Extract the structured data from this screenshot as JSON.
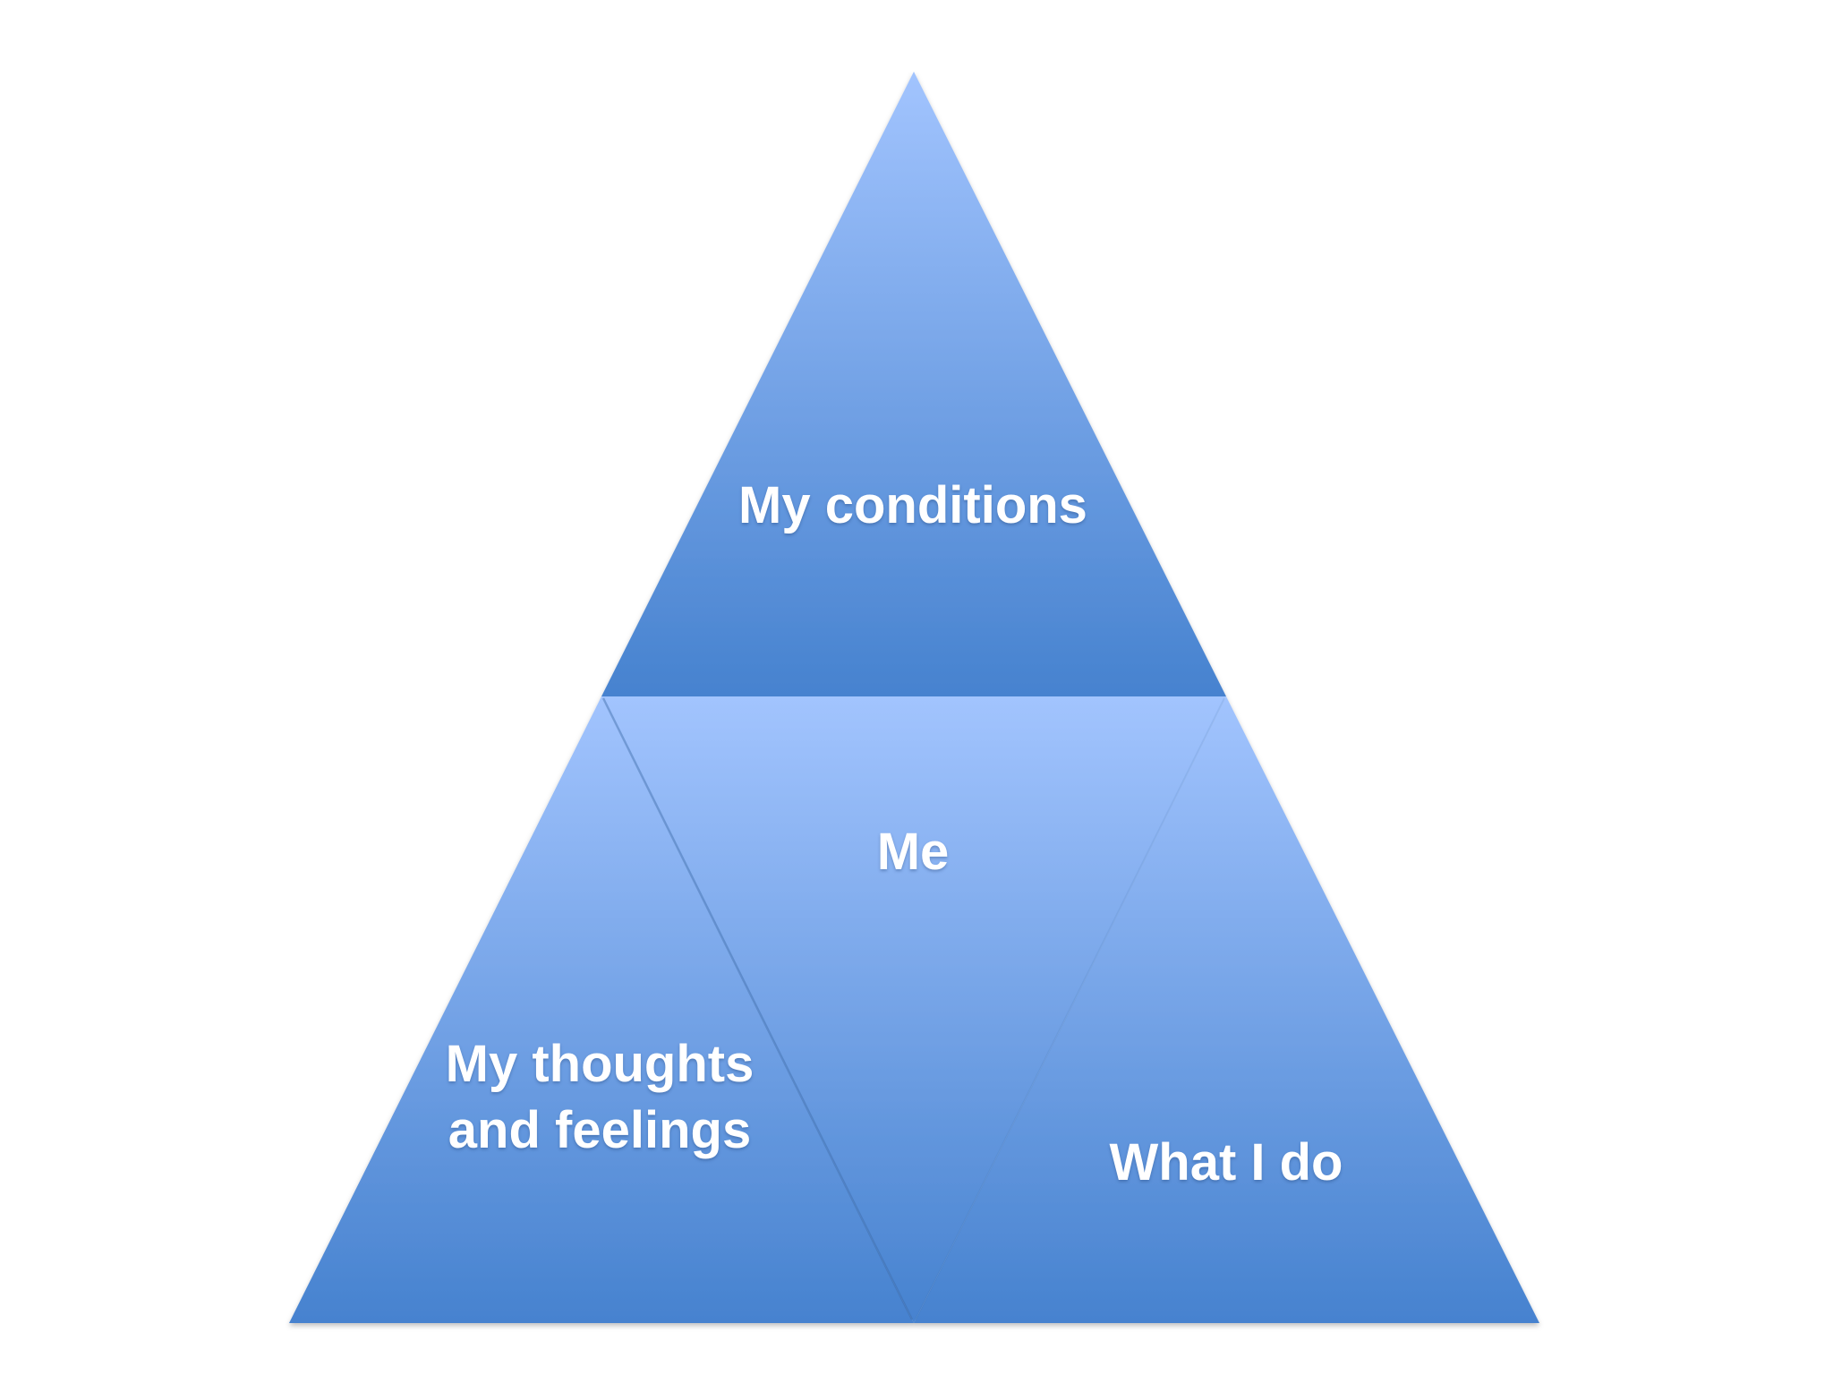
{
  "diagram": {
    "sections": {
      "top": {
        "label": "My conditions"
      },
      "center": {
        "label": "Me"
      },
      "left": {
        "label": "My thoughts and feelings"
      },
      "right": {
        "label": "What I do"
      }
    },
    "colors": {
      "light": "#a2c4fe",
      "dark": "#4682cf",
      "background": "#ffffff"
    }
  }
}
